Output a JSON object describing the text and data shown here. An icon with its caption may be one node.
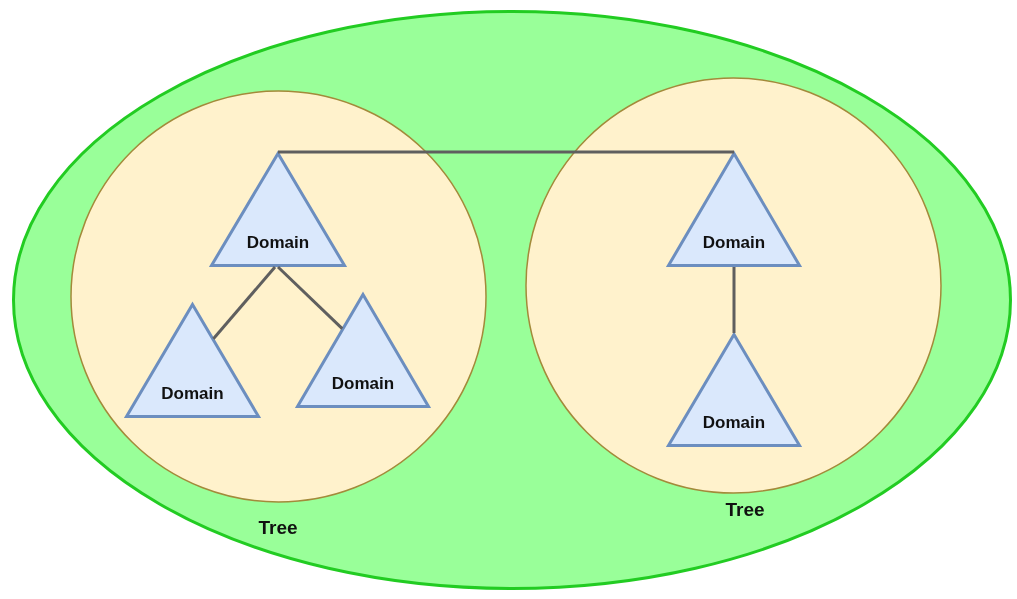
{
  "diagram": {
    "nodes": [
      {
        "text": [],
        "shape": "ellipse"
      },
      {
        "text": [
          "Tree"
        ],
        "in": 0
      },
      {
        "text": [
          "Tree"
        ],
        "in": 0
      },
      {
        "text": [
          "Domain"
        ],
        "in": 1
      },
      {
        "text": [
          "Domain"
        ],
        "in": 1
      },
      {
        "text": [
          "Domain"
        ],
        "in": 1
      },
      {
        "text": [
          "Domain"
        ],
        "in": 2
      },
      {
        "text": [
          "Domain"
        ],
        "in": 2
      }
    ],
    "edges": [
      {
        "from": 3,
        "to": 6,
        "arrow": "none"
      },
      {
        "from": 3,
        "to": 4,
        "arrow": "none"
      },
      {
        "from": 3,
        "to": 5,
        "arrow": "none"
      },
      {
        "from": 6,
        "to": 7,
        "arrow": "none"
      }
    ]
  }
}
